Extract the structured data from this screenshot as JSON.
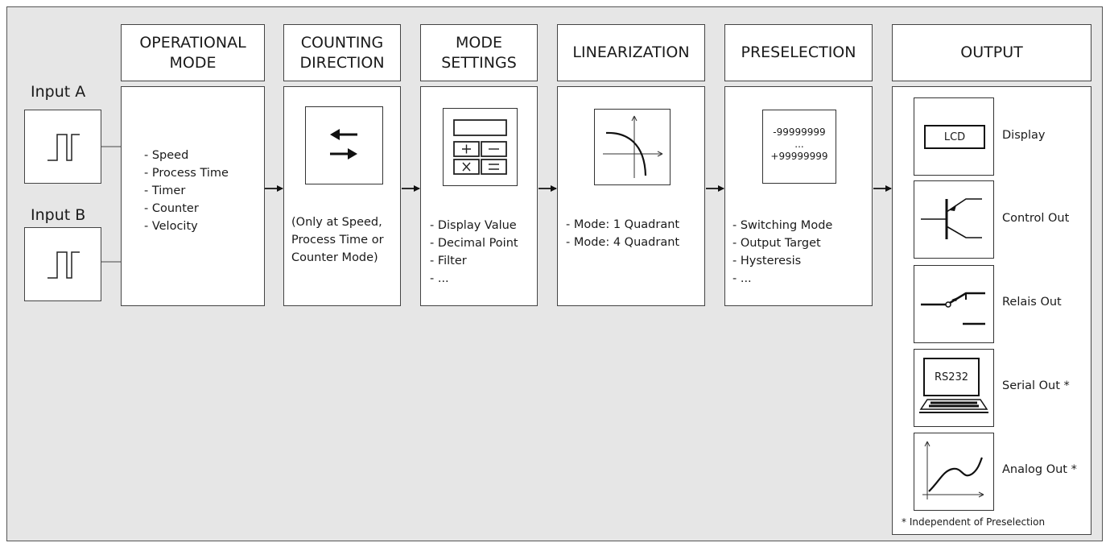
{
  "inputs": {
    "a_label": "Input A",
    "b_label": "Input B"
  },
  "headers": {
    "operational_mode": "OPERATIONAL\nMODE",
    "counting_direction": "COUNTING\nDIRECTION",
    "mode_settings": "MODE\nSETTINGS",
    "linearization": "LINEARIZATION",
    "preselection": "PRESELECTION",
    "output": "OUTPUT"
  },
  "operational_mode": {
    "items": [
      "- Speed",
      "- Process Time",
      "- Timer",
      "- Counter",
      "- Velocity"
    ]
  },
  "counting_direction": {
    "note": [
      "(Only at Speed,",
      "Process Time or",
      "Counter Mode)"
    ]
  },
  "mode_settings": {
    "items": [
      "- Display Value",
      "- Decimal Point",
      "- Filter",
      "- ..."
    ]
  },
  "linearization": {
    "items": [
      "- Mode: 1 Quadrant",
      "- Mode: 4 Quadrant"
    ]
  },
  "preselection": {
    "range": [
      "-99999999",
      "...",
      "+99999999"
    ],
    "items": [
      "- Switching Mode",
      "- Output Target",
      "- Hysteresis",
      "- ..."
    ]
  },
  "output": {
    "lcd_text": "LCD",
    "rs232_text": "RS232",
    "items": [
      "Display",
      "Control Out",
      "Relais Out",
      "Serial Out *",
      "Analog Out *"
    ],
    "footnote": "* Independent of Preselection"
  },
  "icons": {
    "signal": "square-pulse-icon",
    "direction": "bidirectional-arrows-icon",
    "calculator": "calculator-icon",
    "linearization": "hyperbola-curve-icon",
    "lcd": "lcd-display-icon",
    "transistor": "transistor-icon",
    "relay": "relay-switch-icon",
    "serial": "computer-terminal-icon",
    "analog": "analog-curve-icon"
  }
}
